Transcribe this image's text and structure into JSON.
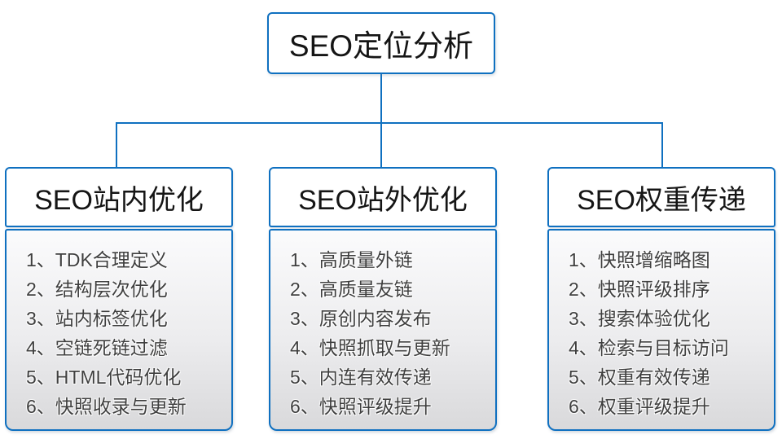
{
  "diagram": {
    "root": {
      "title": "SEO定位分析"
    },
    "columns": [
      {
        "title": "SEO站内优化",
        "items": [
          "1、TDK合理定义",
          "2、结构层次优化",
          "3、站内标签优化",
          "4、空链死链过滤",
          "5、HTML代码优化",
          "6、快照收录与更新"
        ]
      },
      {
        "title": "SEO站外优化",
        "items": [
          "1、高质量外链",
          "2、高质量友链",
          "3、原创内容发布",
          "4、快照抓取与更新",
          "5、内连有效传递",
          "6、快照评级提升"
        ]
      },
      {
        "title": "SEO权重传递",
        "items": [
          "1、快照增缩略图",
          "2、快照评级排序",
          "3、搜索体验优化",
          "4、检索与目标访问",
          "5、权重有效传递",
          "6、权重评级提升"
        ]
      }
    ],
    "colors": {
      "border_blue": "#0f70c0",
      "title_text": "#151515",
      "item_text": "#3f3f3f",
      "body_gradient_top": "#fbfbfc",
      "body_gradient_bottom": "#d9d9db"
    }
  }
}
